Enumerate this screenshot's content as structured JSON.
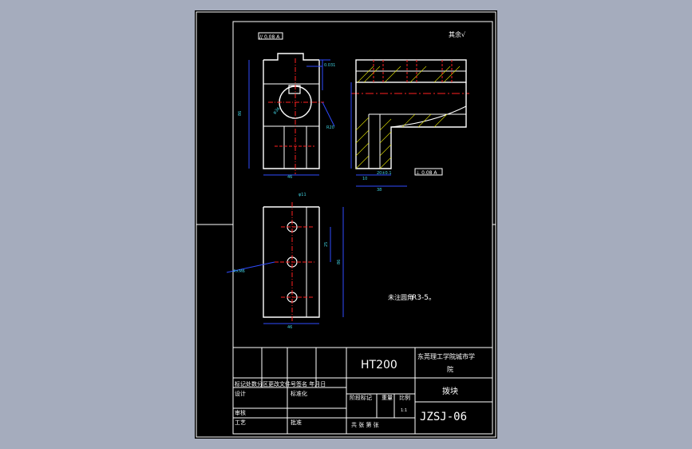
{
  "sheet": {
    "background": "#000000",
    "viewport_background": "#a5acbd"
  },
  "colors": {
    "outline": "#ffffff",
    "center_line": "#ff2020",
    "dimension": "#2f4bff",
    "hatch": "#e0e000",
    "dim_text": "#40d0e0"
  },
  "notes": {
    "surface_finish_rest": "其余√",
    "unspecified_fillets": "未注圆角",
    "fillet_value": "R3-5。"
  },
  "title_block": {
    "material": "HT200",
    "school": "东莞理工学院城市学",
    "school_cont": "院",
    "part_name": "拨块",
    "drawing_number": "JZSJ-06",
    "rev_header": "标记处数分区更改文件号签名 年月日",
    "designer_label": "设计",
    "standardize_label": "标准化",
    "review_label": "审核",
    "process_label": "工艺",
    "approve_label": "批准",
    "stage_label": "阶段标记",
    "weight_label": "重量",
    "scale_label": "比例",
    "scale_value": "1:1",
    "sheets_label": "共  张  第  张"
  },
  "tolerance_frames": {
    "parallel": "// 0.08 A",
    "perpendicular": "⊥ 0.08 A"
  }
}
